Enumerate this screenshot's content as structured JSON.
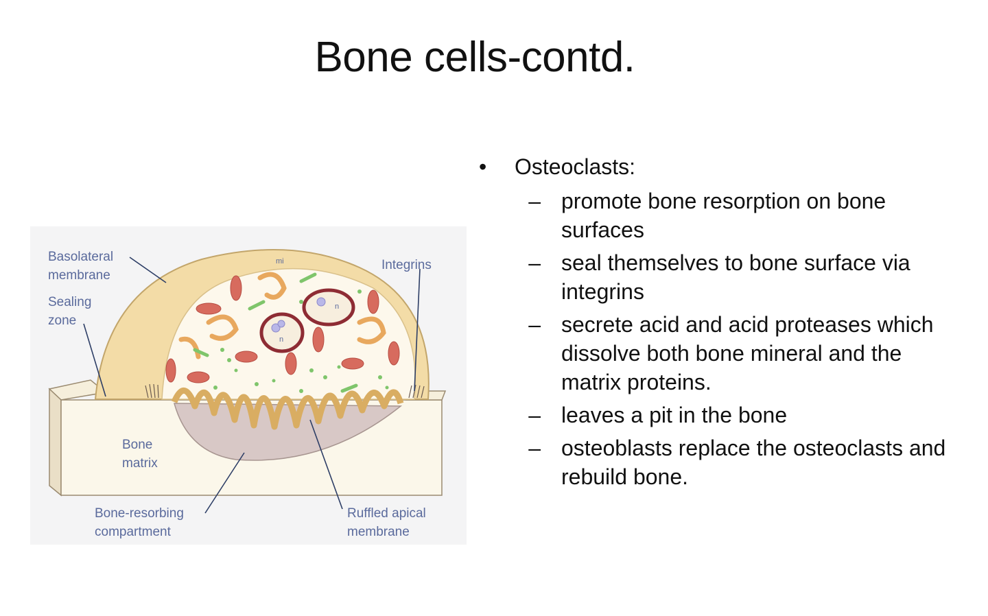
{
  "slide": {
    "title": "Bone cells-contd."
  },
  "figure": {
    "labels": {
      "basolateral_1": "Basolateral",
      "basolateral_2": "membrane",
      "sealing_1": "Sealing",
      "sealing_2": "zone",
      "integrins": "Integrins",
      "bone_1": "Bone",
      "bone_2": "matrix",
      "resorbing_1": "Bone-resorbing",
      "resorbing_2": "compartment",
      "ruffled_1": "Ruffled apical",
      "ruffled_2": "membrane",
      "mi": "mi",
      "nucleus": "n"
    }
  },
  "content": {
    "bullet_marker": "•",
    "dash_marker": "–",
    "heading": "Osteoclasts:",
    "items": [
      "promote bone resorption on bone surfaces",
      "seal themselves to bone surface via integrins",
      "secrete acid and acid proteases which dissolve both bone mineral and the matrix proteins.",
      "leaves a pit in the bone",
      "osteoblasts replace the osteoclasts and rebuild bone."
    ]
  }
}
